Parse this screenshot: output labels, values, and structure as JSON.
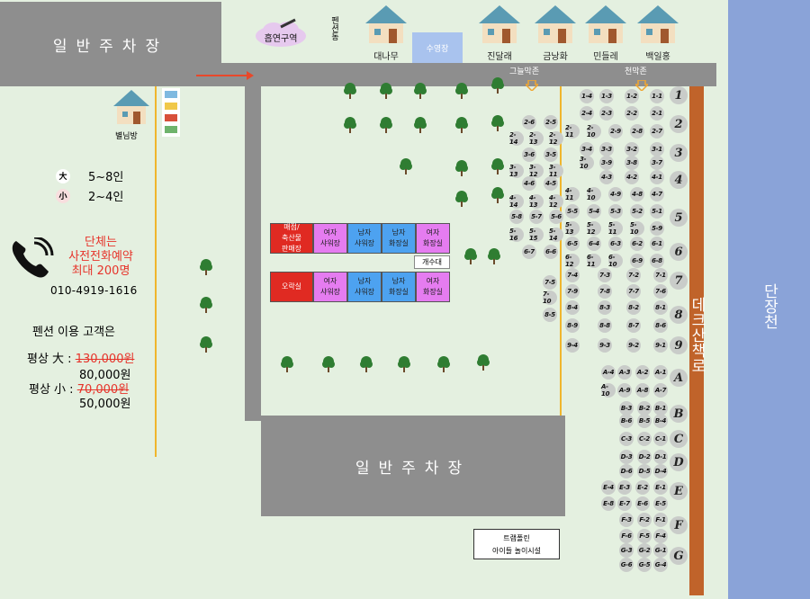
{
  "parking_top_label": "일반주차장",
  "parking_bottom_label": "일반주차장",
  "smoking_area": "흡연구역",
  "pension_label": "펜션동",
  "pool_label": "수영장",
  "houses": [
    {
      "name": "대나무"
    },
    {
      "name": "진달래"
    },
    {
      "name": "금낭화"
    },
    {
      "name": "민들레"
    },
    {
      "name": "백일홍"
    }
  ],
  "byeolnim": "별님방",
  "shade_left": "그늘막존",
  "shade_right": "천막존",
  "legend": {
    "big_symbol": "大",
    "big_text": "5~8인",
    "small_symbol": "小",
    "small_text": "2~4인"
  },
  "group_booking": [
    "단체는",
    "사전전화예약",
    "최대 200명"
  ],
  "phone": "010-4919-1616",
  "price_title": "펜션 이용 고객은",
  "price_big_label": "평상 大 :",
  "price_big_old": "130,000원",
  "price_big_new": "80,000원",
  "price_small_label": "평상 小 :",
  "price_small_old": "70,000원",
  "price_small_new": "50,000원",
  "deck_road": "데크산책로",
  "river": "단장천",
  "facility_row1": [
    {
      "lines": [
        "매점/",
        "축산물",
        "판매장"
      ],
      "color": "red"
    },
    {
      "lines": [
        "여자",
        "샤워장"
      ],
      "color": "pink"
    },
    {
      "lines": [
        "남자",
        "샤워장"
      ],
      "color": "blue"
    },
    {
      "lines": [
        "남자",
        "화장실"
      ],
      "color": "blue"
    },
    {
      "lines": [
        "여자",
        "화장실"
      ],
      "color": "pink"
    }
  ],
  "facility_row2": [
    {
      "lines": [
        "오락실"
      ],
      "color": "red"
    },
    {
      "lines": [
        "여자",
        "샤워장"
      ],
      "color": "pink"
    },
    {
      "lines": [
        "남자",
        "샤워장"
      ],
      "color": "blue"
    },
    {
      "lines": [
        "남자",
        "화장실"
      ],
      "color": "blue"
    },
    {
      "lines": [
        "여자",
        "화장실"
      ],
      "color": "pink"
    }
  ],
  "sink_label": "개수대",
  "trampoline": [
    "트램폴린",
    "아이들 놀이시설"
  ],
  "zone_labels": [
    "1",
    "2",
    "3",
    "4",
    "5",
    "6",
    "7",
    "8",
    "9",
    "A",
    "B",
    "C",
    "D",
    "E",
    "F",
    "G"
  ],
  "sites_left": [
    {
      "row": "r2",
      "items": [
        "2-6",
        "2-5"
      ]
    },
    {
      "row": "r2b",
      "items": [
        "2-14",
        "2-13",
        "2-12"
      ]
    },
    {
      "row": "r3",
      "items": [
        "3-6",
        "3-5"
      ]
    },
    {
      "row": "r3b",
      "items": [
        "3-13",
        "3-12",
        "3-11"
      ]
    },
    {
      "row": "r4",
      "items": [
        "4-6",
        "4-5"
      ]
    },
    {
      "row": "r4b",
      "items": [
        "4-14",
        "4-13",
        "4-12"
      ]
    },
    {
      "row": "r5",
      "items": [
        "5-8",
        "5-7",
        "5-6"
      ]
    },
    {
      "row": "r5b",
      "items": [
        "5-16",
        "5-15",
        "5-14"
      ]
    },
    {
      "row": "r6",
      "items": [
        "6-7",
        "6-6"
      ]
    },
    {
      "row": "r7",
      "items": [
        "7-5"
      ]
    },
    {
      "row": "r7b",
      "items": [
        "7-10"
      ]
    },
    {
      "row": "r8",
      "items": [
        "8-5"
      ]
    }
  ],
  "sites_right": [
    [
      "1-4",
      "1-3",
      "1-2",
      "1-1"
    ],
    [
      "2-4",
      "2-3",
      "2-2",
      "2-1"
    ],
    [
      "2-11",
      "2-10",
      "2-9",
      "2-8",
      "2-7"
    ],
    [
      "3-4",
      "3-3",
      "3-2",
      "3-1"
    ],
    [
      "3-10",
      "3-9",
      "3-8",
      "3-7"
    ],
    [
      "4-3",
      "4-2",
      "4-1"
    ],
    [
      "4-11",
      "4-10",
      "4-9",
      "4-8",
      "4-7"
    ],
    [
      "5-5",
      "5-4",
      "5-3",
      "5-2",
      "5-1"
    ],
    [
      "5-13",
      "5-12",
      "5-11",
      "5-10",
      "5-9"
    ],
    [
      "6-5",
      "6-4",
      "6-3",
      "6-2",
      "6-1"
    ],
    [
      "6-12",
      "6-11",
      "6-10",
      "6-9",
      "6-8"
    ],
    [
      "7-4",
      "7-3",
      "7-2",
      "7-1"
    ],
    [
      "7-9",
      "7-8",
      "7-7",
      "7-6"
    ],
    [
      "8-4",
      "8-3",
      "8-2",
      "8-1"
    ],
    [
      "8-9",
      "8-8",
      "8-7",
      "8-6"
    ],
    [
      "9-4",
      "9-3",
      "9-2",
      "9-1"
    ],
    [
      "A-4",
      "A-3",
      "A-2",
      "A-1"
    ],
    [
      "A-10",
      "A-9",
      "A-8",
      "A-7"
    ],
    [
      "B-3",
      "B-2",
      "B-1"
    ],
    [
      "B-6",
      "B-5",
      "B-4"
    ],
    [
      "C-3",
      "C-2",
      "C-1"
    ],
    [
      "D-3",
      "D-2",
      "D-1"
    ],
    [
      "D-6",
      "D-5",
      "D-4"
    ],
    [
      "E-4",
      "E-3",
      "E-2",
      "E-1"
    ],
    [
      "E-8",
      "E-7",
      "E-6",
      "E-5"
    ],
    [
      "F-3",
      "F-2",
      "F-1"
    ],
    [
      "F-6",
      "F-5",
      "F-4"
    ],
    [
      "G-3",
      "G-2",
      "G-1"
    ],
    [
      "G-6",
      "G-5",
      "G-4"
    ]
  ]
}
